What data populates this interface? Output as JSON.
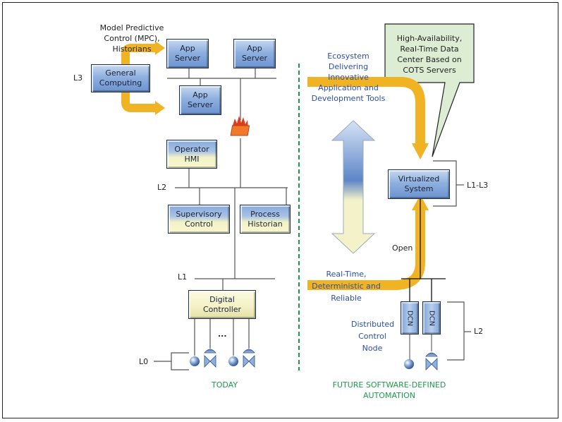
{
  "left_panel": {
    "caption": "TODAY",
    "mpc_label": [
      "Model Predictive",
      "Control (MPC),",
      "Historians"
    ],
    "levels": {
      "l3": "L3",
      "l2": "L2",
      "l1": "L1",
      "l0": "L0"
    },
    "boxes": {
      "general_computing": [
        "General",
        "Computing"
      ],
      "app_server_1": [
        "App",
        "Server"
      ],
      "app_server_2": [
        "App",
        "Server"
      ],
      "app_server_3": [
        "App",
        "Server"
      ],
      "operator_hmi": [
        "Operator",
        "HMI"
      ],
      "supervisory_control": [
        "Supervisory",
        "Control"
      ],
      "process_historian": [
        "Process",
        "Historian"
      ],
      "digital_controller": [
        "Digital",
        "Controller"
      ]
    },
    "ellipsis": "..."
  },
  "right_panel": {
    "caption": [
      "FUTURE SOFTWARE-DEFINED",
      "AUTOMATION"
    ],
    "ecosystem_label": [
      "Ecosystem",
      "Delivering",
      "Innovative",
      "Application and",
      "Development Tools"
    ],
    "callout": [
      "High-Availability,",
      "Real-Time Data",
      "Center Based on",
      "COTS Servers"
    ],
    "virtualized_system": [
      "Virtualized",
      "System"
    ],
    "level_l1_l3": "L1-L3",
    "open_label": "Open",
    "realtime_label": [
      "Real-Time,",
      "Deterministic and",
      "Reliable"
    ],
    "dcn_label": [
      "Distributed",
      "Control",
      "Node"
    ],
    "dcn_box": "DCN",
    "level_l2": "L2"
  },
  "colors": {
    "arrow_orange": "#f0b323",
    "divider_green": "#1f9a4a",
    "text_blue": "#2b4fa8",
    "callout_fill": "#dcedd4"
  }
}
